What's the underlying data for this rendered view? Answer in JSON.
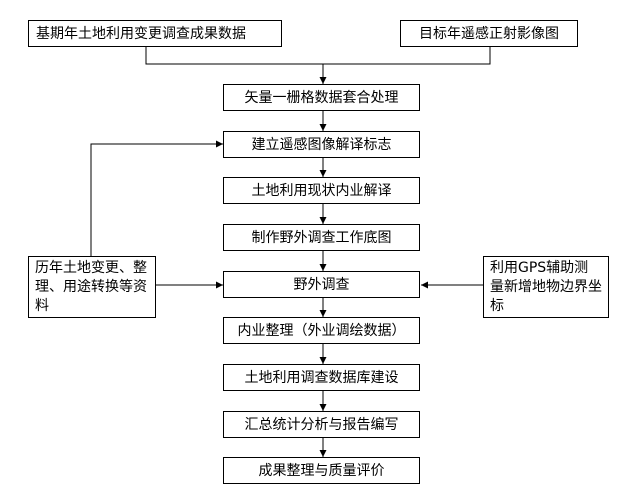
{
  "diagram": {
    "inputs": {
      "base": "基期年土地利用变更调查成果数据",
      "target": "目标年遥感正射影像图"
    },
    "steps": [
      "矢量一栅格数据套合处理",
      "建立遥感图像解译标志",
      "土地利用现状内业解译",
      "制作野外调查工作底图",
      "野外调查",
      "内业整理（外业调绘数据）",
      "土地利用调查数据库建设",
      "汇总统计分析与报告编写",
      "成果整理与质量评价"
    ],
    "side_inputs": {
      "left": "历年土地变更、整理、用途转换等资料",
      "right": "利用GPS辅助测量新增地物边界坐标"
    }
  }
}
